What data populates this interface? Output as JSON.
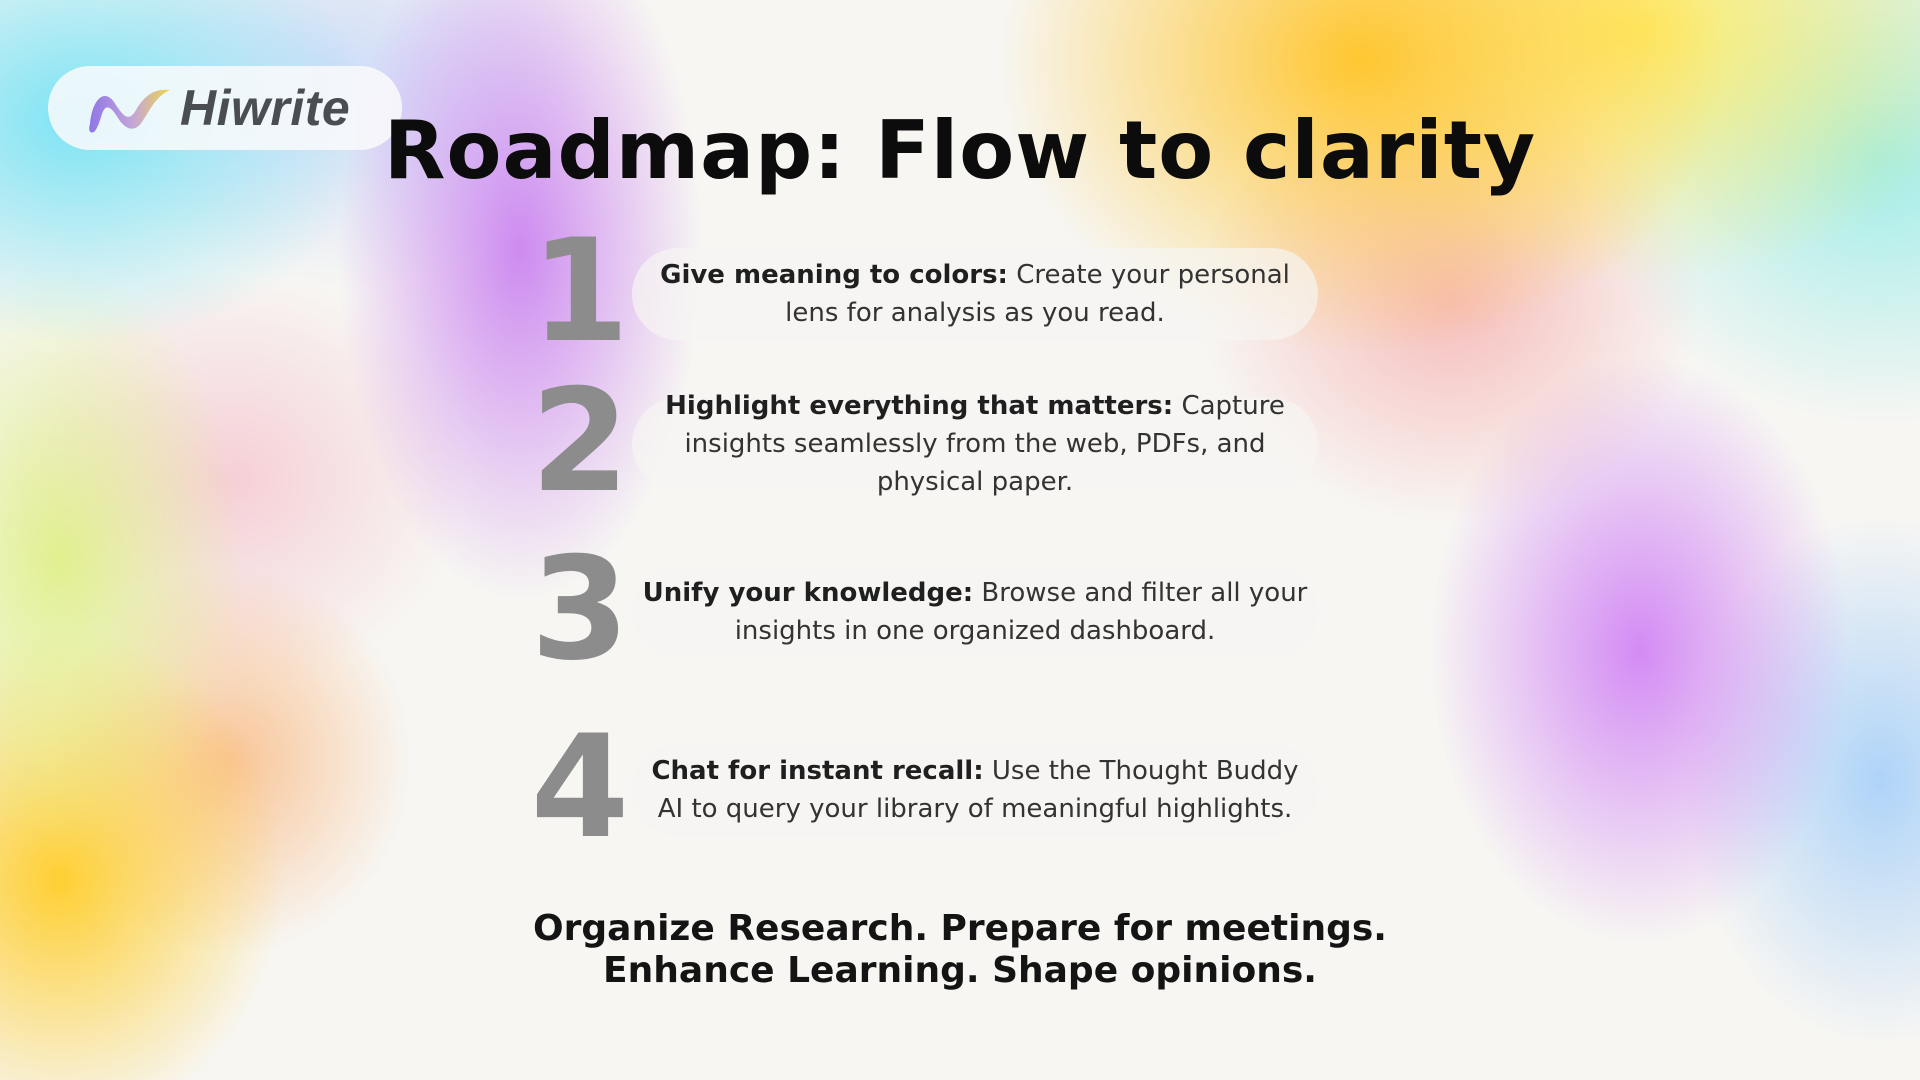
{
  "brand": {
    "name": "Hiwrite",
    "logo_icon": "hiwrite-wave-logo",
    "colors": {
      "logo_purple": "#9b7be8",
      "logo_yellow": "#e8d24a",
      "logo_text": "#4a4e52"
    }
  },
  "title": "Roadmap: Flow to clarity",
  "steps": [
    {
      "number": "1",
      "heading": "Give meaning to colors:",
      "body": "Create your personal lens for analysis as you read."
    },
    {
      "number": "2",
      "heading": "Highlight everything that matters:",
      "body": "Capture insights seamlessly from the web, PDFs, and physical paper."
    },
    {
      "number": "3",
      "heading": "Unify your knowledge:",
      "body": "Browse and filter all your insights in one organized dashboard."
    },
    {
      "number": "4",
      "heading": "Chat for instant recall:",
      "body": "Use the Thought Buddy AI to query your library of meaningful highlights."
    }
  ],
  "tagline": {
    "line1": "Organize Research. Prepare for meetings.",
    "line2": "Enhance Learning. Shape opinions."
  }
}
